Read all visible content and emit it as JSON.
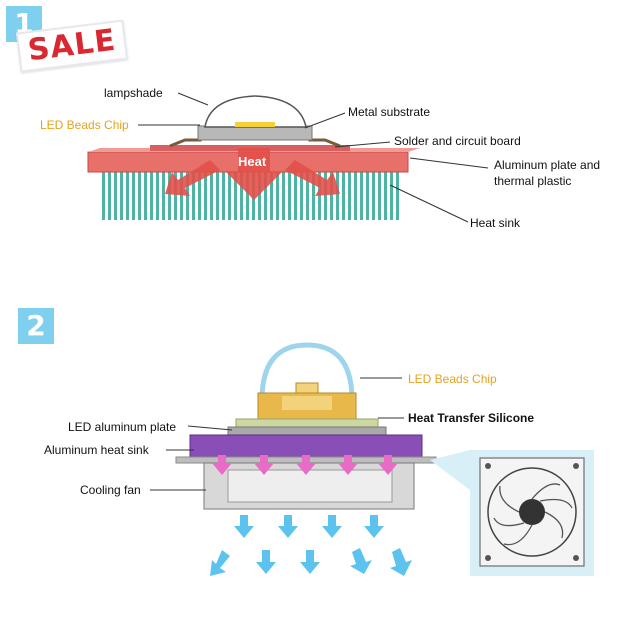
{
  "badges": {
    "one": "1",
    "two": "2",
    "sale": "SALE"
  },
  "diagram1": {
    "labels": {
      "lampshade": "lampshade",
      "led_chip": "LED Beads Chip",
      "metal_substrate": "Metal substrate",
      "solder": "Solder and circuit board",
      "aluminum_plate_line1": "Aluminum plate and",
      "aluminum_plate_line2": "thermal plastic",
      "heat_sink": "Heat sink",
      "heat": "Heat"
    }
  },
  "diagram2": {
    "labels": {
      "led_chip": "LED Beads Chip",
      "led_aluminum_plate": "LED aluminum plate",
      "heat_transfer": "Heat Transfer Silicone",
      "aluminum_heat_sink": "Aluminum heat sink",
      "cooling_fan": "Cooling fan"
    }
  },
  "colors": {
    "badge": "#7fd0ef",
    "sale_red": "#d9282f",
    "heat_red": "#e34f4a",
    "plate_red": "#e8706a",
    "fin_teal": "#4fb3a3",
    "purple": "#8a4fb6",
    "gold": "#e8b94a",
    "cool_blue": "#5cc3ee"
  }
}
